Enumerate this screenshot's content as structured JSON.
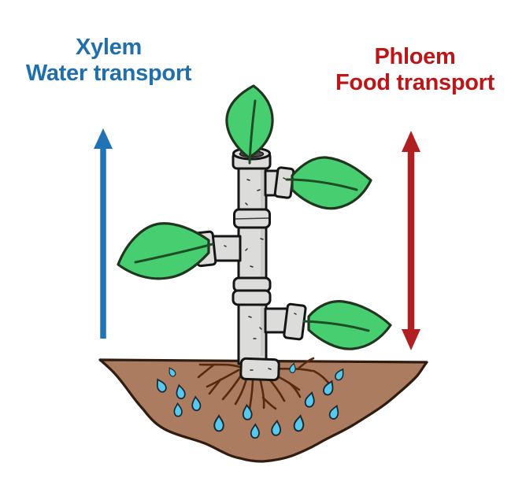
{
  "labels": {
    "xylem": {
      "title": "Xylem",
      "subtitle": "Water transport"
    },
    "phloem": {
      "title": "Phloem",
      "subtitle": "Food transport"
    }
  },
  "icons": {
    "xylem_arrow": "up-arrow",
    "phloem_arrow": "double-headed-vertical-arrow"
  },
  "colors": {
    "background": "#ffffff",
    "xylem_blue": "#1f6fad",
    "arrow_blue": "#2173b6",
    "phloem_red": "#bb1719",
    "arrow_red": "#b01f22",
    "leaf_green": "#46ce71",
    "leaf_outline": "#20361f",
    "leaf_vein": "#1e4d26",
    "pipe_gray": "#dcdcda",
    "pipe_shade": "#c2c2c0",
    "pipe_dark": "#4c4c4a",
    "pipe_outline": "#151515",
    "soil_brown": "#ab7c5f",
    "soil_outline": "#2e1d10",
    "root_brown": "#58290f",
    "drop_blue": "#58c9ec",
    "drop_outline": "#1a2a33"
  }
}
